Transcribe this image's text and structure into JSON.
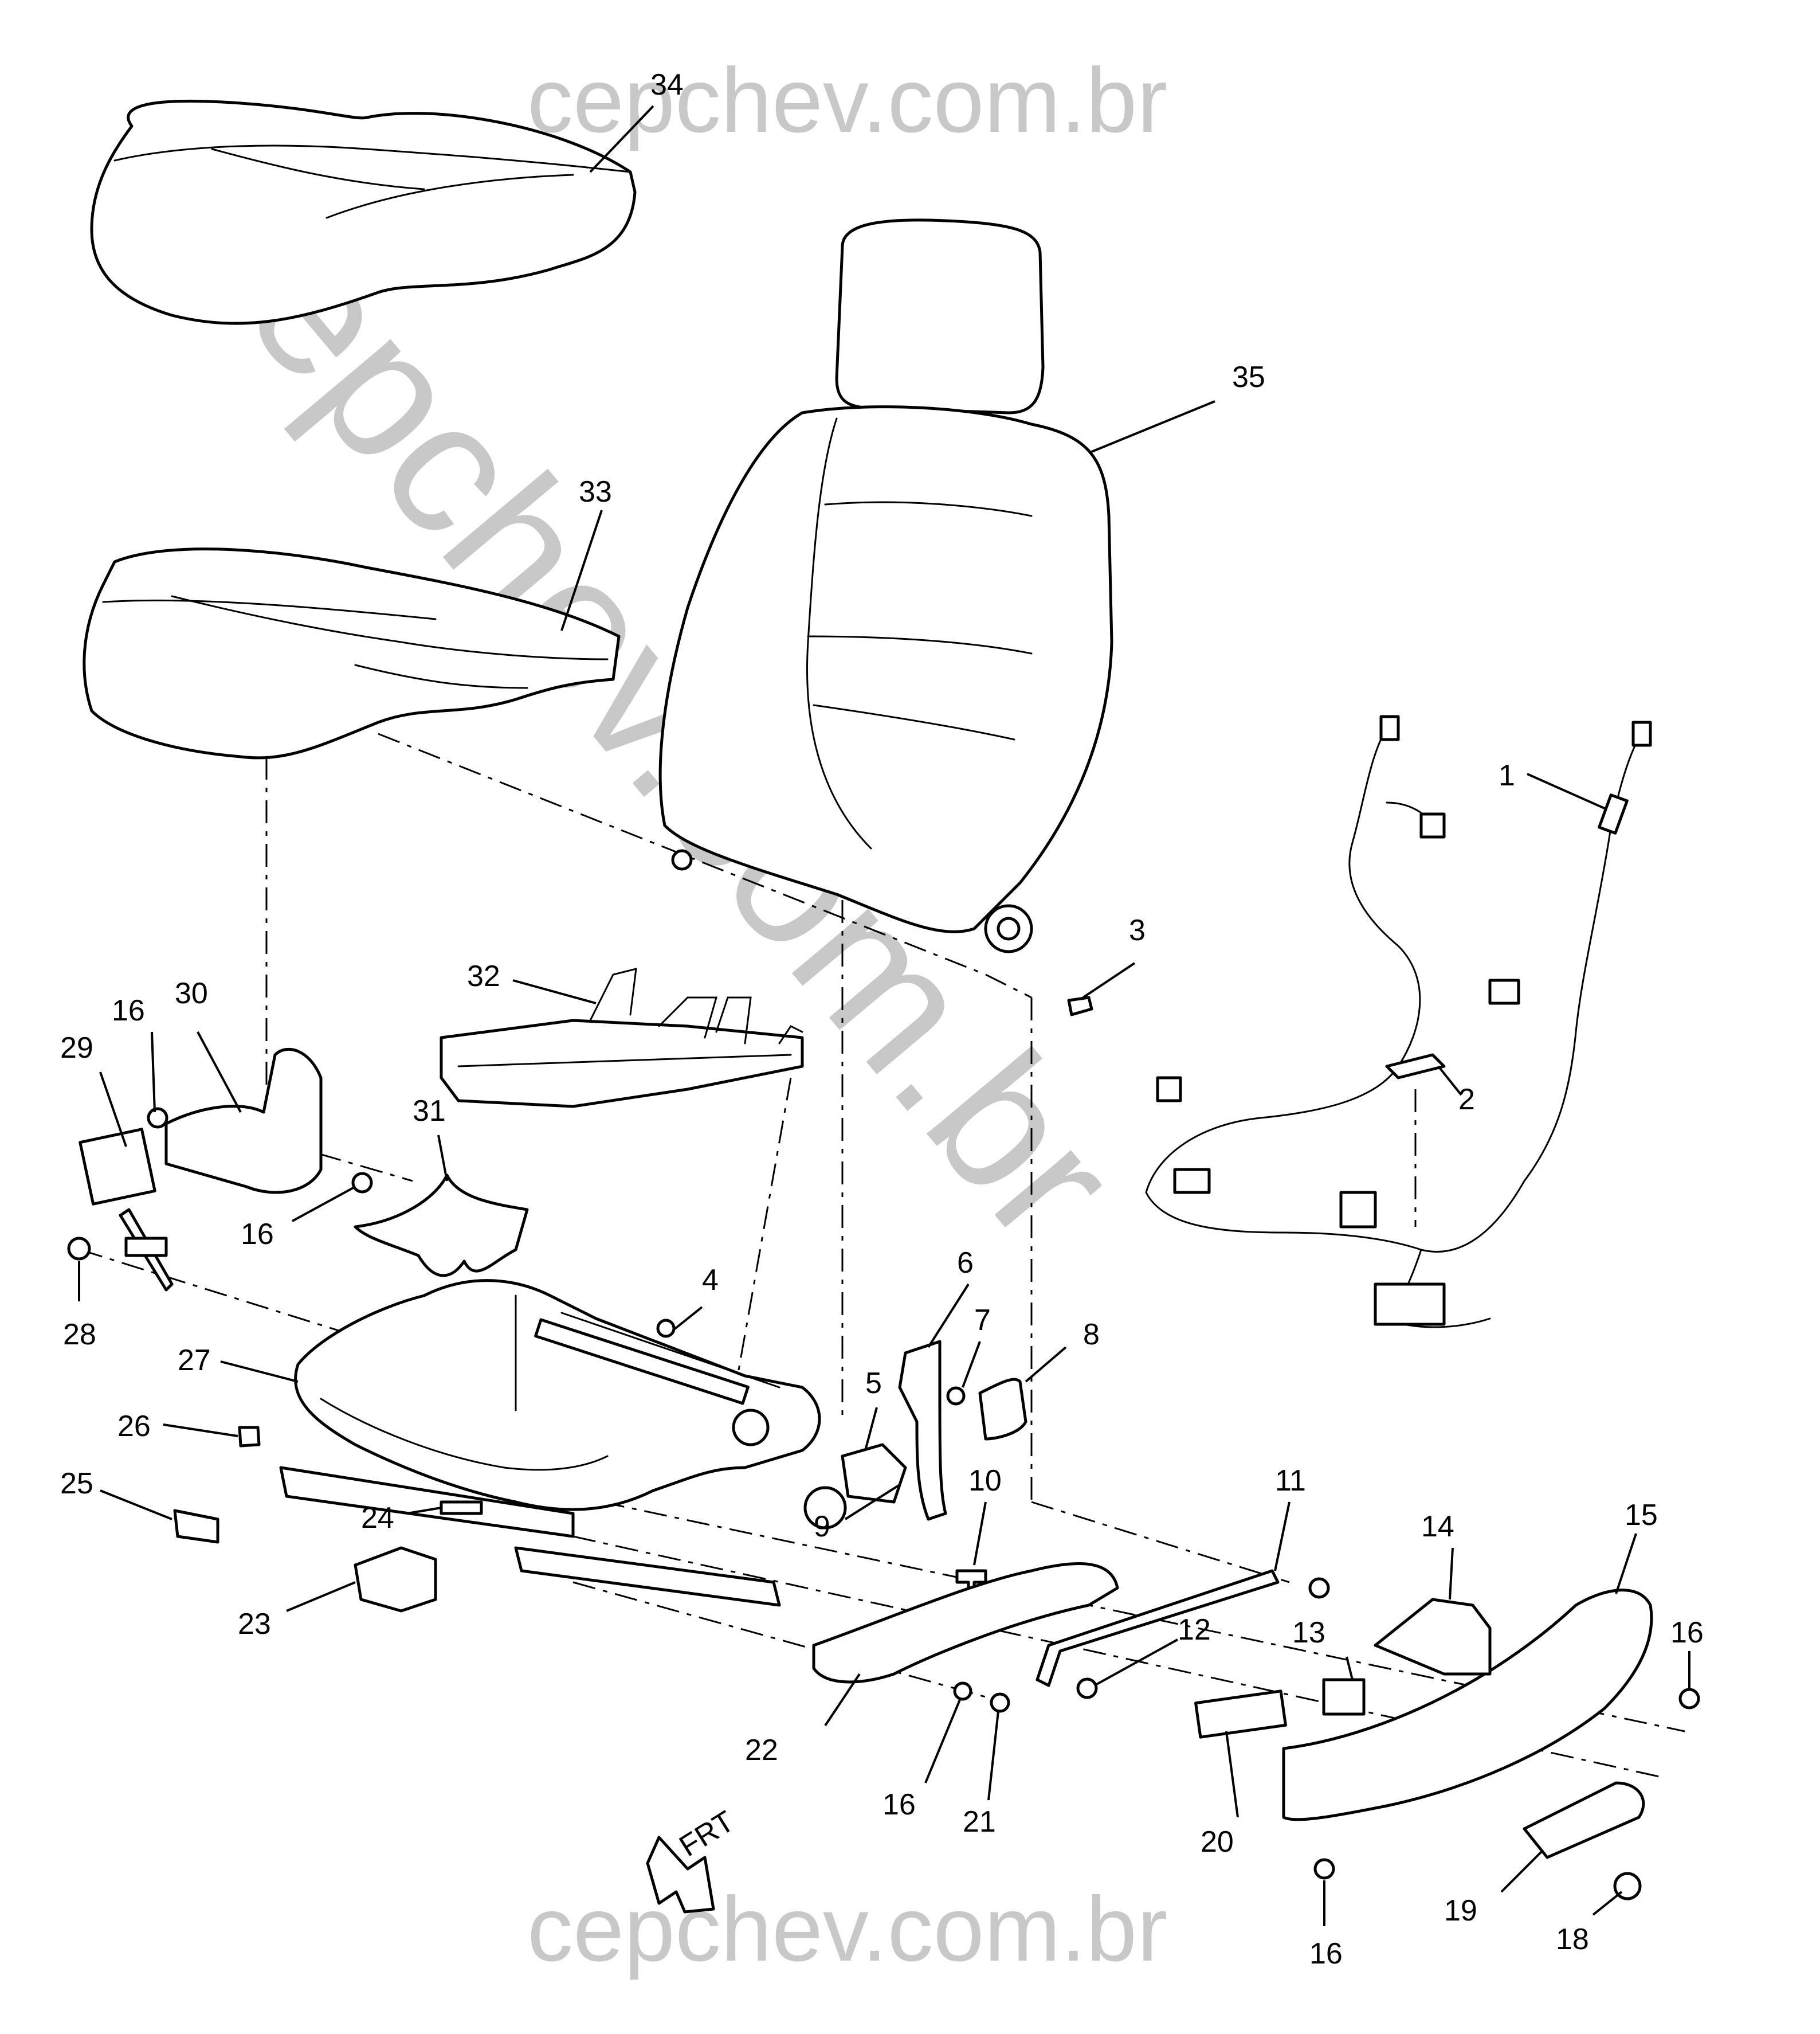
{
  "watermark": {
    "top": "cepchev.com.br",
    "bottom": "cepchev.com.br",
    "diagonal": "cepchev.com.br"
  },
  "front_indicator": "FRT",
  "callouts": [
    "1",
    "2",
    "3",
    "4",
    "5",
    "6",
    "7",
    "8",
    "9",
    "10",
    "11",
    "12",
    "13",
    "14",
    "15",
    "16",
    "16",
    "16",
    "16",
    "16",
    "16",
    "18",
    "19",
    "20",
    "21",
    "22",
    "23",
    "24",
    "25",
    "26",
    "27",
    "28",
    "29",
    "30",
    "31",
    "32",
    "33",
    "34",
    "35"
  ]
}
